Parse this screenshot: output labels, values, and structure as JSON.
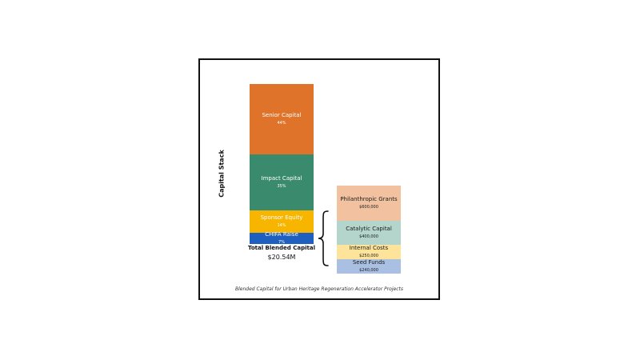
{
  "diagram": {
    "y_label": "Capital Stack",
    "left_stack": [
      {
        "label": "Senior Capital",
        "value": "44%",
        "share": 44,
        "color": "#e0732a"
      },
      {
        "label": "Impact Capital",
        "value": "35%",
        "share": 35,
        "color": "#3a8a6e"
      },
      {
        "label": "Sponsor Equity",
        "value": "14%",
        "share": 14,
        "color": "#f7b500"
      },
      {
        "label": "CHIFA Raise",
        "value": "7%",
        "share": 7,
        "color": "#1f5fbf"
      }
    ],
    "total_label": "Total Blended Capital",
    "total_value": "$20.54M",
    "right_stack": [
      {
        "label": "Philanthropic Grants",
        "value": "$600,000",
        "amount": 600000,
        "color": "#f2c2a0"
      },
      {
        "label": "Catalytic Capital",
        "value": "$400,000",
        "amount": 400000,
        "color": "#b4d5cb"
      },
      {
        "label": "Internal Costs",
        "value": "$250,000",
        "amount": 250000,
        "color": "#fde49a"
      },
      {
        "label": "Seed Funds",
        "value": "$240,000",
        "amount": 240000,
        "color": "#a9c0e2"
      }
    ],
    "caption": "Blended Capital for Urban Heritage Regeneration Accelerator Projects"
  }
}
